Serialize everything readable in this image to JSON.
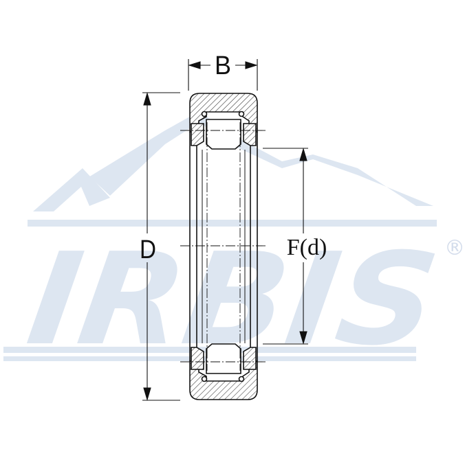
{
  "watermark": {
    "brand": "IRBIS",
    "registered_mark": "®",
    "color": "#dde6f1"
  },
  "labels": {
    "width": "B",
    "outer_diameter": "D",
    "raceway_diameter": "F(d)"
  },
  "colors": {
    "line": "#111111",
    "hatch": "#222222",
    "background": "#ffffff"
  }
}
